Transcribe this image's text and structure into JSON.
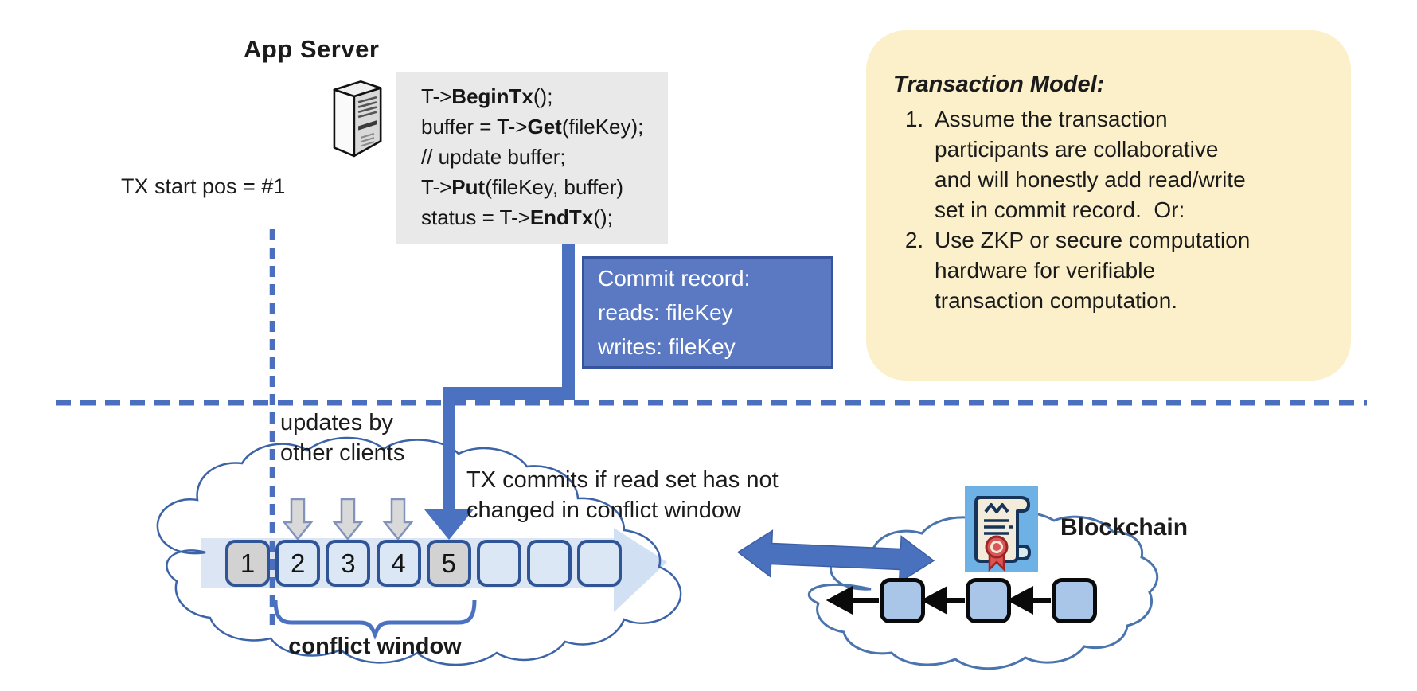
{
  "app_server": {
    "label": "App Server",
    "icon": "server-icon"
  },
  "code_block": {
    "lines": [
      [
        {
          "t": "T->"
        },
        {
          "t": "BeginTx",
          "b": true
        },
        {
          "t": "();"
        }
      ],
      [
        {
          "t": "buffer = T->"
        },
        {
          "t": "Get",
          "b": true
        },
        {
          "t": "(fileKey);"
        }
      ],
      [
        {
          "t": "// update buffer;"
        }
      ],
      [
        {
          "t": "T->"
        },
        {
          "t": "Put",
          "b": true
        },
        {
          "t": "(fileKey, buffer)"
        }
      ],
      [
        {
          "t": "status = T->"
        },
        {
          "t": "EndTx",
          "b": true
        },
        {
          "t": "();"
        }
      ]
    ]
  },
  "tx_start": {
    "label": "TX start pos = #1"
  },
  "commit_record": {
    "lines": [
      "Commit record:",
      "reads: fileKey",
      "writes: fileKey"
    ]
  },
  "transaction_model": {
    "title": "Transaction Model:",
    "items": [
      [
        "Assume the transaction",
        "participants are collaborative",
        "and will honestly add read/write",
        "set in commit record.  Or:"
      ],
      [
        "Use ZKP or secure computation",
        "hardware for verifiable",
        "transaction computation."
      ]
    ]
  },
  "timeline": {
    "blocks": [
      {
        "num": "1",
        "variant": "gray"
      },
      {
        "num": "2",
        "variant": "blue"
      },
      {
        "num": "3",
        "variant": "blue"
      },
      {
        "num": "4",
        "variant": "blue"
      },
      {
        "num": "5",
        "variant": "gray"
      },
      {
        "num": "",
        "variant": "blue"
      },
      {
        "num": "",
        "variant": "blue"
      },
      {
        "num": "",
        "variant": "blue"
      }
    ],
    "updates_label": [
      "updates by",
      "other clients"
    ],
    "commits_label": [
      "TX commits if read set has not",
      "changed in conflict window"
    ],
    "conflict_window_label": "conflict window"
  },
  "blockchain": {
    "label": "Blockchain",
    "icon": "smart-contract-icon",
    "chain_block_count": 3
  },
  "colors": {
    "accent_blue": "#4a72c0",
    "dashed_blue": "#4a6fbf",
    "commit_fill": "#5b78c3",
    "commit_border": "#37539e",
    "note_yellow": "#fbf0c9",
    "band_blue": "#dbe5f4",
    "block_blue": "#dce7f6",
    "block_gray": "#d2d2d2",
    "block_border": "#2f5597",
    "chain_block_fill": "#a9c6e9",
    "code_bg": "#e9e9e9",
    "gray_arrow": "#d9d9d9",
    "cloud_stroke": "#3c63a7"
  }
}
